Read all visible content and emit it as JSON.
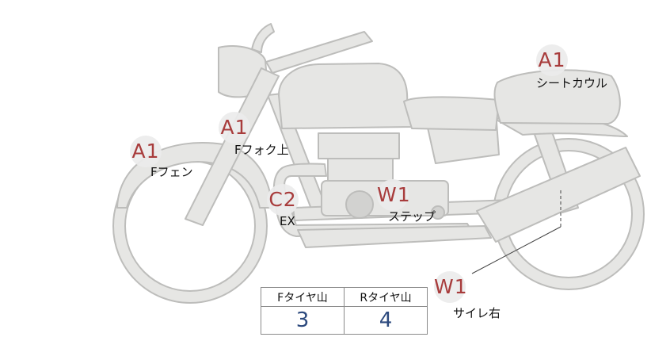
{
  "markers": [
    {
      "id": "fender-front",
      "code": "A1",
      "label": "Fフェン"
    },
    {
      "id": "fork-upper",
      "code": "A1",
      "label": "Fフォク上"
    },
    {
      "id": "exhaust",
      "code": "C2",
      "label": "EX"
    },
    {
      "id": "step",
      "code": "W1",
      "label": "ステップ"
    },
    {
      "id": "seat-cowl",
      "code": "A1",
      "label": "シートカウル"
    },
    {
      "id": "side-right",
      "code": "W1",
      "label": "サイレ右"
    }
  ],
  "tread_table": {
    "headers": [
      "Fタイヤ山",
      "Rタイヤ山"
    ],
    "values": [
      "3",
      "4"
    ]
  },
  "colors": {
    "bike_fill": "#e6e6e4",
    "bike_stroke": "#bdbdbb",
    "marker_code": "#a83c3c",
    "table_value": "#2d4a7e"
  }
}
